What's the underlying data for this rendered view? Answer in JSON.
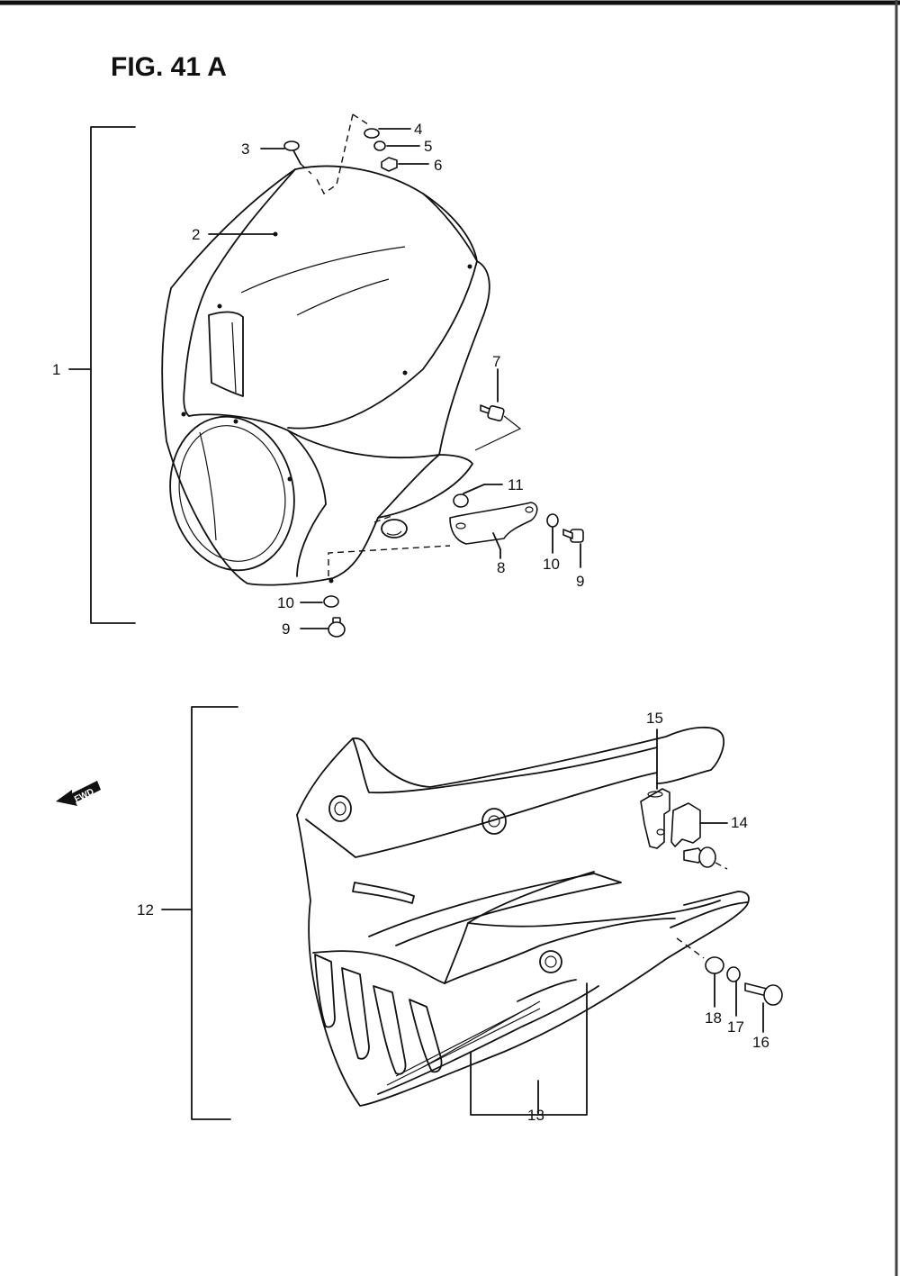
{
  "figure": {
    "title": "FIG. 41 A"
  },
  "callouts": {
    "c1": "1",
    "c2": "2",
    "c3": "3",
    "c4": "4",
    "c5": "5",
    "c6": "6",
    "c7": "7",
    "c8": "8",
    "c9a": "9",
    "c9b": "9",
    "c10a": "10",
    "c10b": "10",
    "c11": "11",
    "c12": "12",
    "c13": "13",
    "c14": "14",
    "c15": "15",
    "c16": "16",
    "c17": "17",
    "c18": "18"
  },
  "direction_badge": {
    "label": "FWD"
  }
}
